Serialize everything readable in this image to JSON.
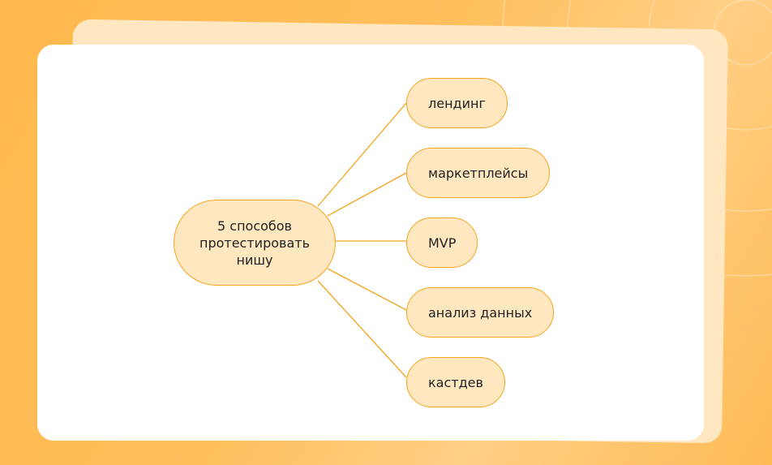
{
  "colors": {
    "background": "#ffb84d",
    "back_card": "#ffe7c2",
    "card": "#ffffff",
    "node_fill": "#ffe7bf",
    "node_border": "#f3a31d",
    "connector": "#f3a31d",
    "text": "#222222"
  },
  "diagram": {
    "type": "mind-map",
    "center": {
      "label": "5 способов протестировать нишу"
    },
    "branches": [
      {
        "label": "лендинг"
      },
      {
        "label": "маркетплейсы"
      },
      {
        "label": "MVP"
      },
      {
        "label": "анализ данных"
      },
      {
        "label": "кастдев"
      }
    ]
  }
}
